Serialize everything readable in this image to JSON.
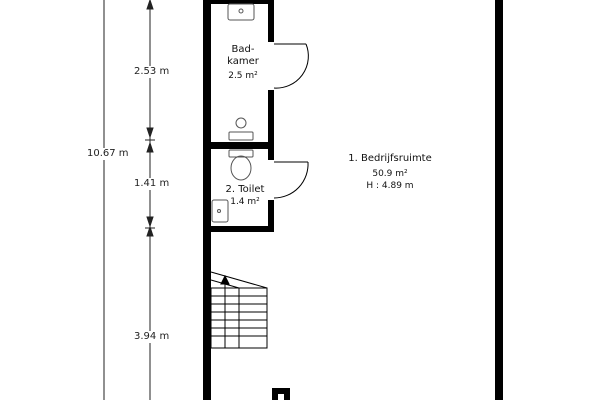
{
  "dimensions": {
    "total_height": "10.67 m",
    "segment_1": "2.53 m",
    "segment_2": "1.41 m",
    "segment_3": "3.94 m"
  },
  "rooms": {
    "bathroom": {
      "name_line1": "Bad-",
      "name_line2": "kamer",
      "area": "2.5 m²"
    },
    "toilet": {
      "name": "2. Toilet",
      "area": "1.4 m²"
    },
    "business_space": {
      "name": "1. Bedrijfsruimte",
      "area": "50.9 m²",
      "height": "H : 4.89 m"
    }
  },
  "colors": {
    "wall": "#000000",
    "fixture": "#555555",
    "dimension": "#222222"
  }
}
